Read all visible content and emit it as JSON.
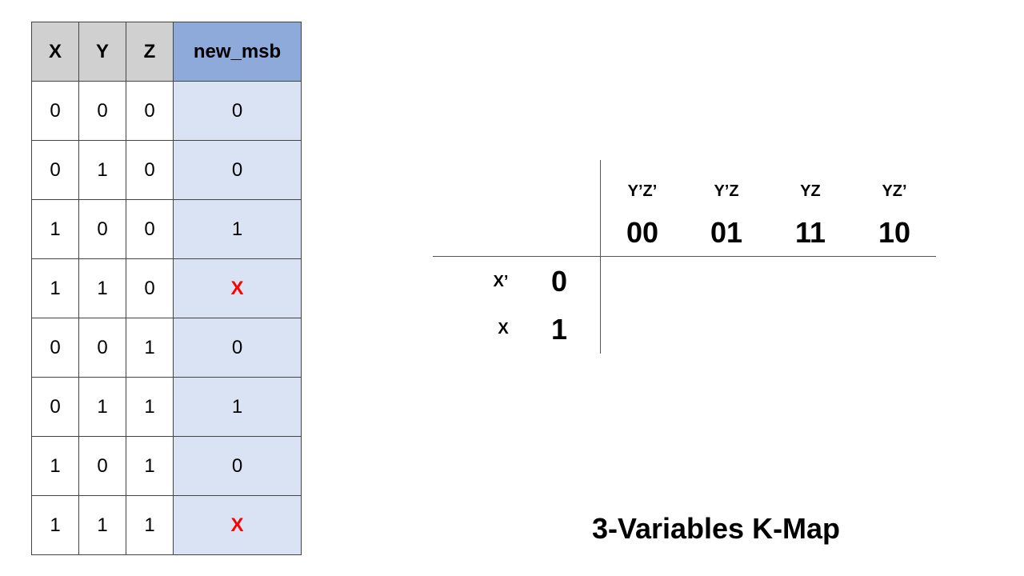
{
  "truth_table": {
    "headers": [
      "X",
      "Y",
      "Z",
      "new_msb"
    ],
    "rows": [
      [
        "0",
        "0",
        "0",
        "0"
      ],
      [
        "0",
        "1",
        "0",
        "0"
      ],
      [
        "1",
        "0",
        "0",
        "1"
      ],
      [
        "1",
        "1",
        "0",
        "X"
      ],
      [
        "0",
        "0",
        "1",
        "0"
      ],
      [
        "0",
        "1",
        "1",
        "1"
      ],
      [
        "1",
        "0",
        "1",
        "0"
      ],
      [
        "1",
        "1",
        "1",
        "X"
      ]
    ],
    "dont_care_color": "#ff0000",
    "input_header_color": "#d0d0d0",
    "output_header_color": "#8eaadb",
    "output_cell_color": "#dae3f3"
  },
  "kmap": {
    "columns": [
      {
        "literal": "Y’Z’",
        "code": "00"
      },
      {
        "literal": "Y’Z",
        "code": "01"
      },
      {
        "literal": "YZ",
        "code": "11"
      },
      {
        "literal": "YZ’",
        "code": "10"
      }
    ],
    "rows": [
      {
        "literal": "X’",
        "code": "0"
      },
      {
        "literal": "X",
        "code": "1"
      }
    ],
    "title": "3-Variables K-Map"
  }
}
